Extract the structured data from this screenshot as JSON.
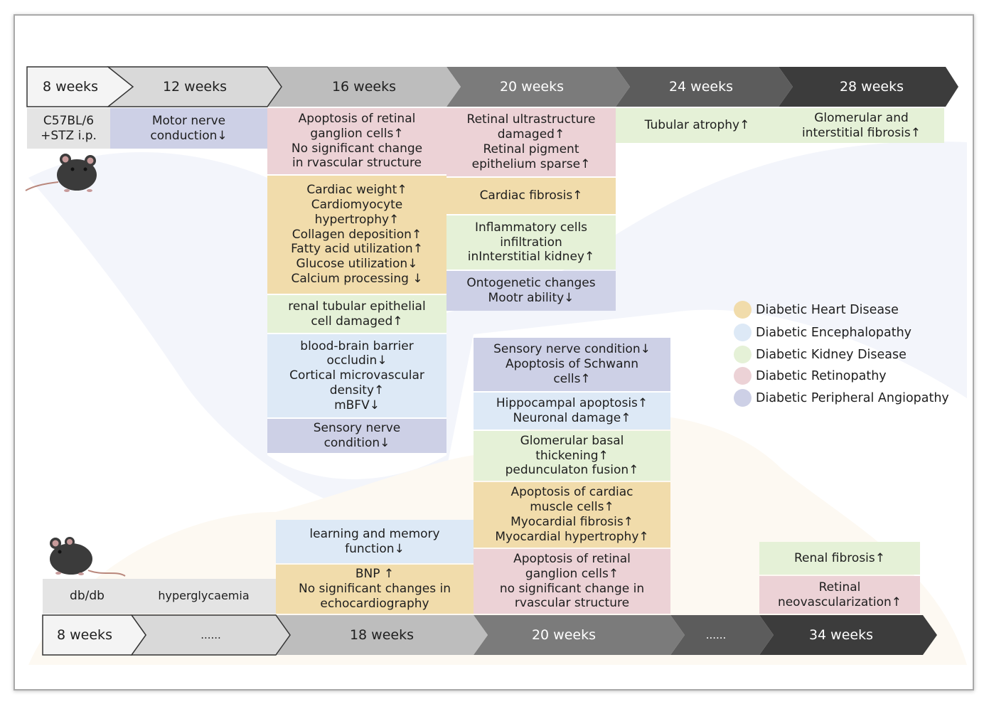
{
  "colors": {
    "heart": "#f1dcab",
    "encephalopathy": "#dde9f6",
    "kidney": "#e5f1d7",
    "retinopathy": "#ecd2d6",
    "angiopathy": "#cdd0e6",
    "model_label": "#e4e4e4"
  },
  "top_timeline": {
    "stages": [
      "8 weeks",
      "12 weeks",
      "16 weeks",
      "20 weeks",
      "24 weeks",
      "28 weeks"
    ],
    "model": "C57BL/6\n+STZ i.p.",
    "w12": {
      "motor": "Motor nerve\nconduction↓"
    },
    "w16": {
      "retina": "Apoptosis of retinal\nganglion cells↑\nNo significant change\nin rvascular structure",
      "heart": "Cardiac weight↑\nCardiomyocyte\nhypertrophy↑\nCollagen deposition↑\nFatty acid utilization↑\nGlucose utilization↓\nCalcium processing ↓",
      "kidney": "renal tubular epithelial\ncell damaged↑",
      "brain": "blood-brain barrier\noccludin↓\nCortical microvascular\ndensity↑\nmBFV↓",
      "sensory": "Sensory nerve\ncondition↓"
    },
    "w20": {
      "retina": "Retinal ultrastructure\ndamaged↑\nRetinal pigment\nepithelium sparse↑",
      "heart": "Cardiac fibrosis↑",
      "kidney": "Inflammatory cells\ninfiltration\ninInterstitial kidney↑",
      "nerve": "Ontogenetic changes\nMootr ability↓"
    },
    "w24": {
      "kidney": "Tubular atrophy↑"
    },
    "w28": {
      "kidney": "Glomerular and\ninterstitial fibrosis↑"
    }
  },
  "bottom_timeline": {
    "stages": [
      "8 weeks",
      "......",
      "18 weeks",
      "20 weeks",
      "......",
      "34 weeks"
    ],
    "model": "db/db",
    "model_note": "hyperglycaemia",
    "w18": {
      "brain": "learning and memory\nfunction↓",
      "heart": "BNP ↑\nNo significant changes in\nechocardiography"
    },
    "w20": {
      "nerve": "Sensory nerve condition↓\nApoptosis of Schwann\ncells↑",
      "brain": "Hippocampal apoptosis↑\nNeuronal damage↑",
      "kidney": "Glomerular basal\nthickening↑\npedunculaton fusion↑",
      "heart": "Apoptosis of cardiac\nmuscle cells↑\nMyocardial fibrosis↑\nMyocardial hypertrophy↑",
      "retina": "Apoptosis of retinal\nganglion cells↑\nno significant change in\nrvascular structure"
    },
    "w34": {
      "kidney": "Renal fibrosis↑",
      "retina": "Retinal\nneovascularization↑"
    }
  },
  "legend": [
    {
      "label": "Diabetic Heart Disease",
      "color": "#f1dcab"
    },
    {
      "label": "Diabetic Encephalopathy",
      "color": "#dde9f6"
    },
    {
      "label": "Diabetic Kidney Disease",
      "color": "#e5f1d7"
    },
    {
      "label": "Diabetic Retinopathy",
      "color": "#ecd2d6"
    },
    {
      "label": "Diabetic Peripheral Angiopathy",
      "color": "#cdd0e6"
    }
  ]
}
